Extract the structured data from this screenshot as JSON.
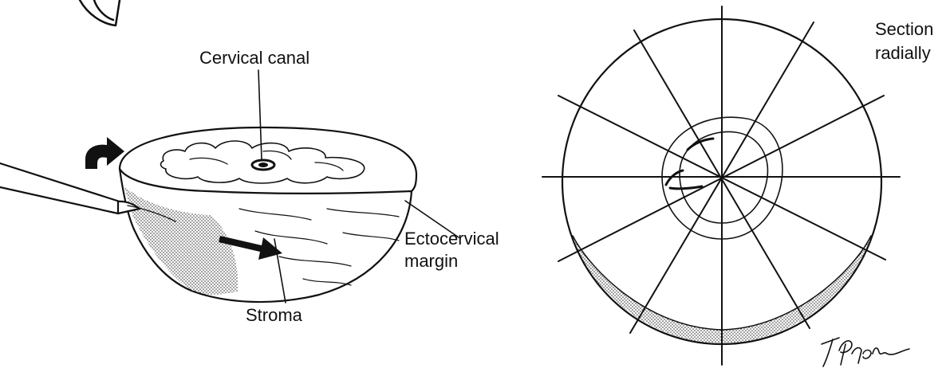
{
  "colors": {
    "ink": "#111111",
    "stipple": "#333333",
    "background": "#ffffff"
  },
  "left_figure": {
    "labels": {
      "cervical_canal": "Cervical canal",
      "ectocervical_line1": "Ectocervical",
      "ectocervical_line2": "margin",
      "stroma": "Stroma"
    },
    "icons": [
      "knife-blade-icon",
      "scalpel-icon",
      "curved-arrow-icon",
      "straight-arrow-icon"
    ]
  },
  "right_figure": {
    "labels": {
      "section_line1": "Section",
      "section_line2": "radially"
    },
    "radial_cut_count": 6,
    "signature": "T Phelps"
  }
}
